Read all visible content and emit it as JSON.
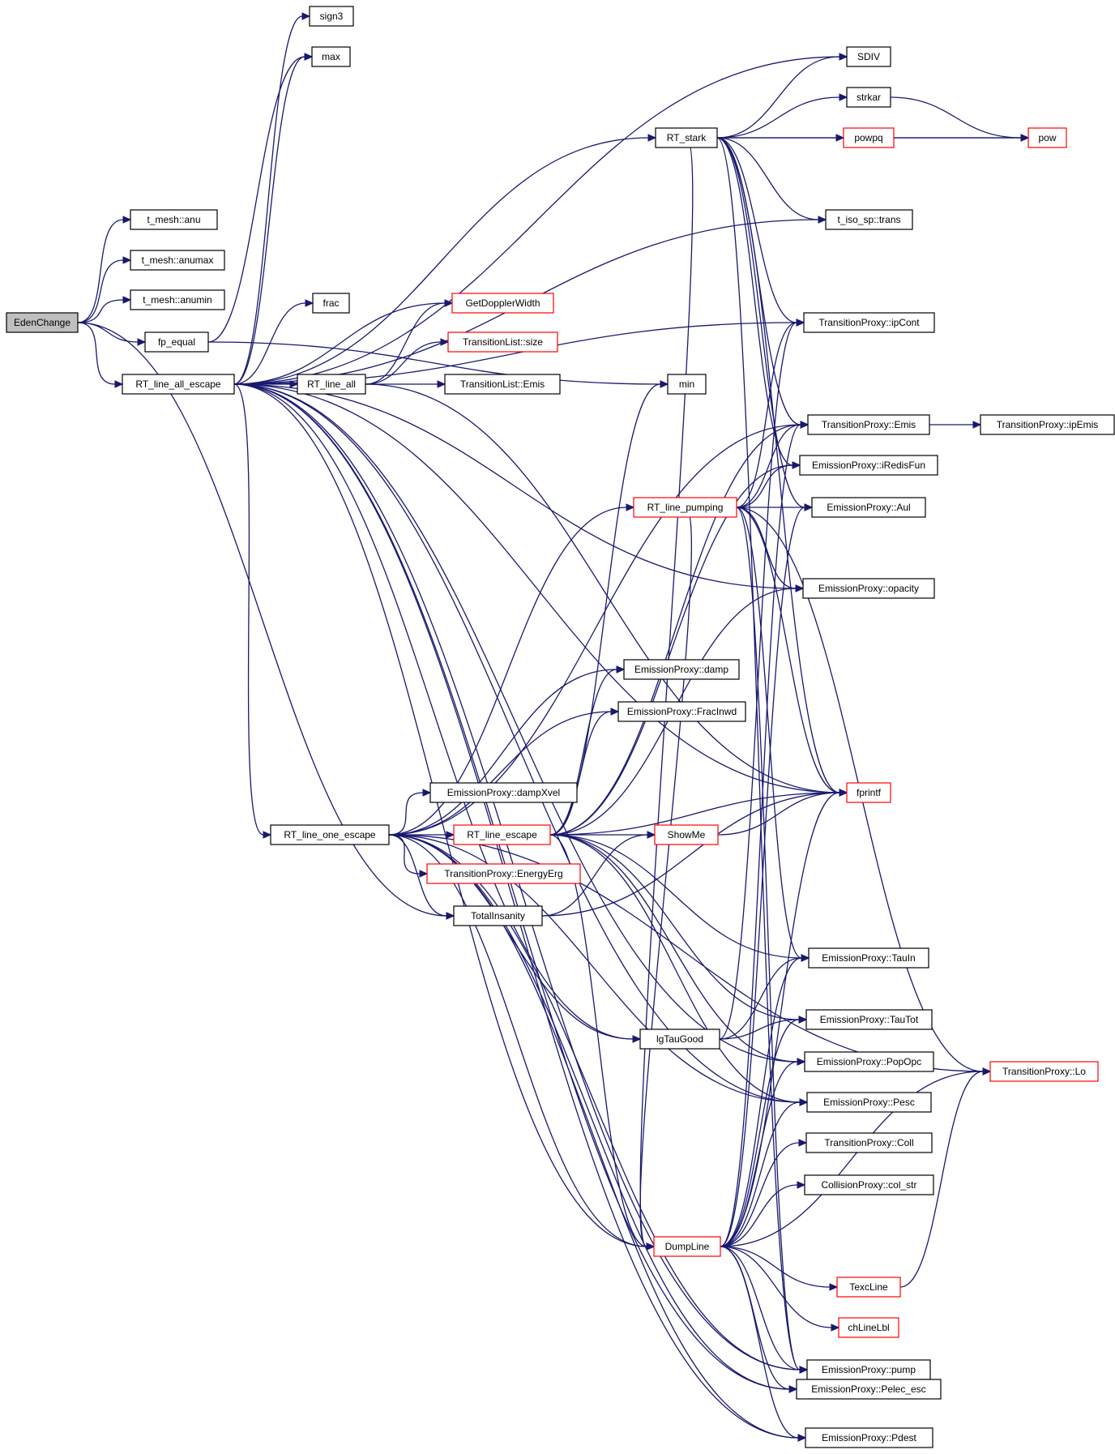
{
  "palette": {
    "edge": "#191970",
    "box_border": "#000000",
    "incomplete_border": "#ff0000",
    "root_fill": "#bfbfbf",
    "background": "#ffffff"
  },
  "nodes": [
    {
      "id": "EdenChange",
      "label": "EdenChange",
      "root": true
    },
    {
      "id": "t_mesh_anu",
      "label": "t_mesh::anu"
    },
    {
      "id": "t_mesh_anumax",
      "label": "t_mesh::anumax"
    },
    {
      "id": "t_mesh_anumin",
      "label": "t_mesh::anumin"
    },
    {
      "id": "fp_equal",
      "label": "fp_equal"
    },
    {
      "id": "RT_line_all_escape",
      "label": "RT_line_all_escape"
    },
    {
      "id": "sign3",
      "label": "sign3"
    },
    {
      "id": "max",
      "label": "max"
    },
    {
      "id": "frac",
      "label": "frac"
    },
    {
      "id": "GetDopplerWidth",
      "label": "GetDopplerWidth",
      "red": true
    },
    {
      "id": "TransitionList_size",
      "label": "TransitionList::size",
      "red": true
    },
    {
      "id": "RT_line_all",
      "label": "RT_line_all"
    },
    {
      "id": "TransitionList_Emis",
      "label": "TransitionList::Emis"
    },
    {
      "id": "min",
      "label": "min"
    },
    {
      "id": "RT_stark",
      "label": "RT_stark"
    },
    {
      "id": "SDIV",
      "label": "SDIV"
    },
    {
      "id": "strkar",
      "label": "strkar"
    },
    {
      "id": "powpq",
      "label": "powpq",
      "red": true
    },
    {
      "id": "pow",
      "label": "pow",
      "red": true
    },
    {
      "id": "t_iso_sp_trans",
      "label": "t_iso_sp::trans"
    },
    {
      "id": "TransitionProxy_ipCont",
      "label": "TransitionProxy::ipCont"
    },
    {
      "id": "TransitionProxy_Emis",
      "label": "TransitionProxy::Emis"
    },
    {
      "id": "TransitionProxy_ipEmis",
      "label": "TransitionProxy::ipEmis"
    },
    {
      "id": "EmissionProxy_iRedisFun",
      "label": "EmissionProxy::iRedisFun"
    },
    {
      "id": "RT_line_pumping",
      "label": "RT_line_pumping",
      "red": true
    },
    {
      "id": "EmissionProxy_Aul",
      "label": "EmissionProxy::Aul"
    },
    {
      "id": "EmissionProxy_opacity",
      "label": "EmissionProxy::opacity"
    },
    {
      "id": "EmissionProxy_damp",
      "label": "EmissionProxy::damp"
    },
    {
      "id": "EmissionProxy_FracInwd",
      "label": "EmissionProxy::FracInwd"
    },
    {
      "id": "EmissionProxy_dampXvel",
      "label": "EmissionProxy::dampXvel"
    },
    {
      "id": "fprintf",
      "label": "fprintf",
      "red": true
    },
    {
      "id": "RT_line_one_escape",
      "label": "RT_line_one_escape"
    },
    {
      "id": "RT_line_escape",
      "label": "RT_line_escape",
      "red": true
    },
    {
      "id": "ShowMe",
      "label": "ShowMe",
      "red": true
    },
    {
      "id": "TransitionProxy_EnergyErg",
      "label": "TransitionProxy::EnergyErg",
      "red": true
    },
    {
      "id": "TotalInsanity",
      "label": "TotalInsanity"
    },
    {
      "id": "EmissionProxy_TauIn",
      "label": "EmissionProxy::TauIn"
    },
    {
      "id": "EmissionProxy_TauTot",
      "label": "EmissionProxy::TauTot"
    },
    {
      "id": "lgTauGood",
      "label": "lgTauGood"
    },
    {
      "id": "EmissionProxy_PopOpc",
      "label": "EmissionProxy::PopOpc"
    },
    {
      "id": "TransitionProxy_Lo",
      "label": "TransitionProxy::Lo",
      "red": true
    },
    {
      "id": "EmissionProxy_Pesc",
      "label": "EmissionProxy::Pesc"
    },
    {
      "id": "TransitionProxy_Coll",
      "label": "TransitionProxy::Coll"
    },
    {
      "id": "CollisionProxy_col_str",
      "label": "CollisionProxy::col_str"
    },
    {
      "id": "DumpLine",
      "label": "DumpLine",
      "red": true
    },
    {
      "id": "TexcLine",
      "label": "TexcLine",
      "red": true
    },
    {
      "id": "chLineLbl",
      "label": "chLineLbl",
      "red": true
    },
    {
      "id": "EmissionProxy_pump",
      "label": "EmissionProxy::pump"
    },
    {
      "id": "EmissionProxy_Pelec_esc",
      "label": "EmissionProxy::Pelec_esc"
    },
    {
      "id": "EmissionProxy_Pdest",
      "label": "EmissionProxy::Pdest"
    }
  ],
  "edges": [
    [
      "EdenChange",
      "t_mesh_anu"
    ],
    [
      "EdenChange",
      "t_mesh_anumax"
    ],
    [
      "EdenChange",
      "t_mesh_anumin"
    ],
    [
      "EdenChange",
      "fp_equal"
    ],
    [
      "EdenChange",
      "RT_line_all_escape"
    ],
    [
      "EdenChange",
      "TotalInsanity"
    ],
    [
      "fp_equal",
      "max"
    ],
    [
      "fp_equal",
      "min"
    ],
    [
      "RT_line_all_escape",
      "sign3"
    ],
    [
      "RT_line_all_escape",
      "max"
    ],
    [
      "RT_line_all_escape",
      "frac"
    ],
    [
      "RT_line_all_escape",
      "GetDopplerWidth"
    ],
    [
      "RT_line_all_escape",
      "RT_line_all"
    ],
    [
      "RT_line_all_escape",
      "RT_stark"
    ],
    [
      "RT_line_all_escape",
      "SDIV"
    ],
    [
      "RT_line_all_escape",
      "t_iso_sp_trans"
    ],
    [
      "RT_line_all_escape",
      "TransitionProxy_ipCont"
    ],
    [
      "RT_line_all_escape",
      "EmissionProxy_opacity"
    ],
    [
      "RT_line_all_escape",
      "fprintf"
    ],
    [
      "RT_line_all_escape",
      "RT_line_one_escape"
    ],
    [
      "RT_line_all_escape",
      "lgTauGood"
    ],
    [
      "RT_line_all_escape",
      "EmissionProxy_PopOpc"
    ],
    [
      "RT_line_all_escape",
      "EmissionProxy_Pesc"
    ],
    [
      "RT_line_all_escape",
      "DumpLine"
    ],
    [
      "RT_line_all_escape",
      "EmissionProxy_pump"
    ],
    [
      "RT_line_all_escape",
      "EmissionProxy_Pelec_esc"
    ],
    [
      "RT_line_all_escape",
      "EmissionProxy_Pdest"
    ],
    [
      "RT_line_all",
      "GetDopplerWidth"
    ],
    [
      "RT_line_all",
      "TransitionList_size"
    ],
    [
      "RT_line_all",
      "TransitionList_Emis"
    ],
    [
      "RT_line_all",
      "fprintf"
    ],
    [
      "RT_stark",
      "SDIV"
    ],
    [
      "RT_stark",
      "strkar"
    ],
    [
      "RT_stark",
      "powpq"
    ],
    [
      "RT_stark",
      "pow"
    ],
    [
      "RT_stark",
      "t_iso_sp_trans"
    ],
    [
      "RT_stark",
      "TransitionProxy_ipCont"
    ],
    [
      "RT_stark",
      "TransitionProxy_Emis"
    ],
    [
      "RT_stark",
      "EmissionProxy_iRedisFun"
    ],
    [
      "RT_stark",
      "EmissionProxy_Aul"
    ],
    [
      "RT_stark",
      "fprintf"
    ],
    [
      "RT_stark",
      "EmissionProxy_pump"
    ],
    [
      "RT_stark",
      "DumpLine"
    ],
    [
      "strkar",
      "pow"
    ],
    [
      "powpq",
      "pow"
    ],
    [
      "TransitionProxy_Emis",
      "TransitionProxy_ipEmis"
    ],
    [
      "RT_line_pumping",
      "TransitionProxy_ipCont"
    ],
    [
      "RT_line_pumping",
      "TransitionProxy_Emis"
    ],
    [
      "RT_line_pumping",
      "EmissionProxy_iRedisFun"
    ],
    [
      "RT_line_pumping",
      "EmissionProxy_Aul"
    ],
    [
      "RT_line_pumping",
      "EmissionProxy_opacity"
    ],
    [
      "RT_line_pumping",
      "fprintf"
    ],
    [
      "RT_line_pumping",
      "TransitionProxy_Lo"
    ],
    [
      "RT_line_pumping",
      "EmissionProxy_TauIn"
    ],
    [
      "RT_line_pumping",
      "DumpLine"
    ],
    [
      "RT_line_pumping",
      "EmissionProxy_pump"
    ],
    [
      "RT_line_one_escape",
      "RT_line_pumping"
    ],
    [
      "RT_line_one_escape",
      "EmissionProxy_damp"
    ],
    [
      "RT_line_one_escape",
      "EmissionProxy_FracInwd"
    ],
    [
      "RT_line_one_escape",
      "EmissionProxy_dampXvel"
    ],
    [
      "RT_line_one_escape",
      "RT_line_escape"
    ],
    [
      "RT_line_one_escape",
      "TransitionProxy_EnergyErg"
    ],
    [
      "RT_line_one_escape",
      "TotalInsanity"
    ],
    [
      "RT_line_one_escape",
      "TransitionProxy_Emis"
    ],
    [
      "RT_line_one_escape",
      "lgTauGood"
    ],
    [
      "RT_line_one_escape",
      "TransitionProxy_Lo"
    ],
    [
      "RT_line_one_escape",
      "EmissionProxy_Pesc"
    ],
    [
      "RT_line_one_escape",
      "DumpLine"
    ],
    [
      "RT_line_one_escape",
      "EmissionProxy_pump"
    ],
    [
      "RT_line_one_escape",
      "EmissionProxy_Pelec_esc"
    ],
    [
      "RT_line_one_escape",
      "EmissionProxy_Pdest"
    ],
    [
      "RT_line_escape",
      "min"
    ],
    [
      "RT_line_escape",
      "EmissionProxy_damp"
    ],
    [
      "RT_line_escape",
      "EmissionProxy_FracInwd"
    ],
    [
      "RT_line_escape",
      "fprintf"
    ],
    [
      "RT_line_escape",
      "ShowMe"
    ],
    [
      "RT_line_escape",
      "EmissionProxy_opacity"
    ],
    [
      "RT_line_escape",
      "TransitionProxy_Emis"
    ],
    [
      "RT_line_escape",
      "EmissionProxy_iRedisFun"
    ],
    [
      "RT_line_escape",
      "EmissionProxy_TauIn"
    ],
    [
      "RT_line_escape",
      "EmissionProxy_TauTot"
    ],
    [
      "RT_line_escape",
      "EmissionProxy_PopOpc"
    ],
    [
      "RT_line_escape",
      "EmissionProxy_Pesc"
    ],
    [
      "RT_line_escape",
      "DumpLine"
    ],
    [
      "ShowMe",
      "fprintf"
    ],
    [
      "TotalInsanity",
      "ShowMe"
    ],
    [
      "TotalInsanity",
      "fprintf"
    ],
    [
      "lgTauGood",
      "EmissionProxy_TauIn"
    ],
    [
      "lgTauGood",
      "EmissionProxy_TauTot"
    ],
    [
      "lgTauGood",
      "TransitionProxy_ipCont"
    ],
    [
      "DumpLine",
      "TransitionProxy_Emis"
    ],
    [
      "DumpLine",
      "EmissionProxy_Aul"
    ],
    [
      "DumpLine",
      "fprintf"
    ],
    [
      "DumpLine",
      "EmissionProxy_TauIn"
    ],
    [
      "DumpLine",
      "EmissionProxy_TauTot"
    ],
    [
      "DumpLine",
      "EmissionProxy_PopOpc"
    ],
    [
      "DumpLine",
      "EmissionProxy_Pesc"
    ],
    [
      "DumpLine",
      "TransitionProxy_Coll"
    ],
    [
      "DumpLine",
      "CollisionProxy_col_str"
    ],
    [
      "DumpLine",
      "TransitionProxy_Lo"
    ],
    [
      "DumpLine",
      "TexcLine"
    ],
    [
      "DumpLine",
      "chLineLbl"
    ],
    [
      "DumpLine",
      "EmissionProxy_pump"
    ],
    [
      "DumpLine",
      "EmissionProxy_Pelec_esc"
    ],
    [
      "DumpLine",
      "EmissionProxy_Pdest"
    ],
    [
      "TexcLine",
      "TransitionProxy_Lo"
    ]
  ]
}
